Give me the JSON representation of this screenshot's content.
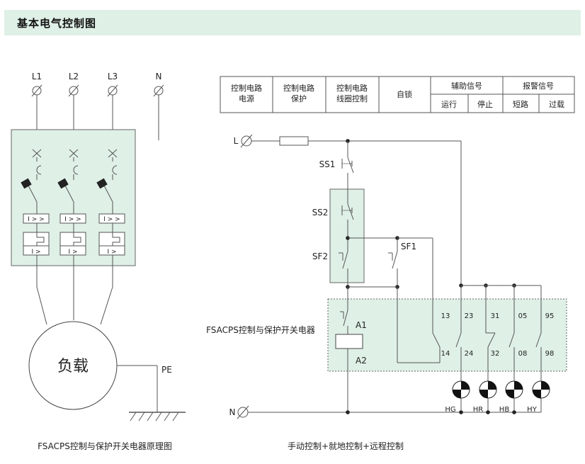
{
  "page": {
    "title": "基本电气控制图"
  },
  "left_diagram": {
    "phase_labels": [
      "L1",
      "L2",
      "L3",
      "N"
    ],
    "relay_label": "I > >",
    "relay_label_2": "I >",
    "load_label": "负载",
    "pe_label": "PE",
    "caption": "FSACPS控制与保护开关电器原理图"
  },
  "right_diagram": {
    "table": {
      "col1": [
        "控制电路",
        "电源"
      ],
      "col2": [
        "控制电路",
        "保护"
      ],
      "col3": [
        "控制电路",
        "线圈控制"
      ],
      "col4": "自锁",
      "aux_group": "辅助信号",
      "aux_items": [
        "运行",
        "停止"
      ],
      "alarm_group": "报警信号",
      "alarm_items": [
        "短路",
        "过载"
      ]
    },
    "labels": {
      "L": "L",
      "N": "N",
      "SS1": "SS1",
      "SS2": "SS2",
      "SF2": "SF2",
      "SF1": "SF1",
      "device": "FSACPS控制与保护开关电器",
      "A1": "A1",
      "A2": "A2"
    },
    "terminals_top": [
      "13",
      "23",
      "31",
      "05",
      "95"
    ],
    "terminals_bottom": [
      "14",
      "24",
      "32",
      "08",
      "98"
    ],
    "lamps": [
      "HG",
      "HR",
      "HB",
      "HY"
    ],
    "caption": "手动控制+就地控制+远程控制"
  }
}
